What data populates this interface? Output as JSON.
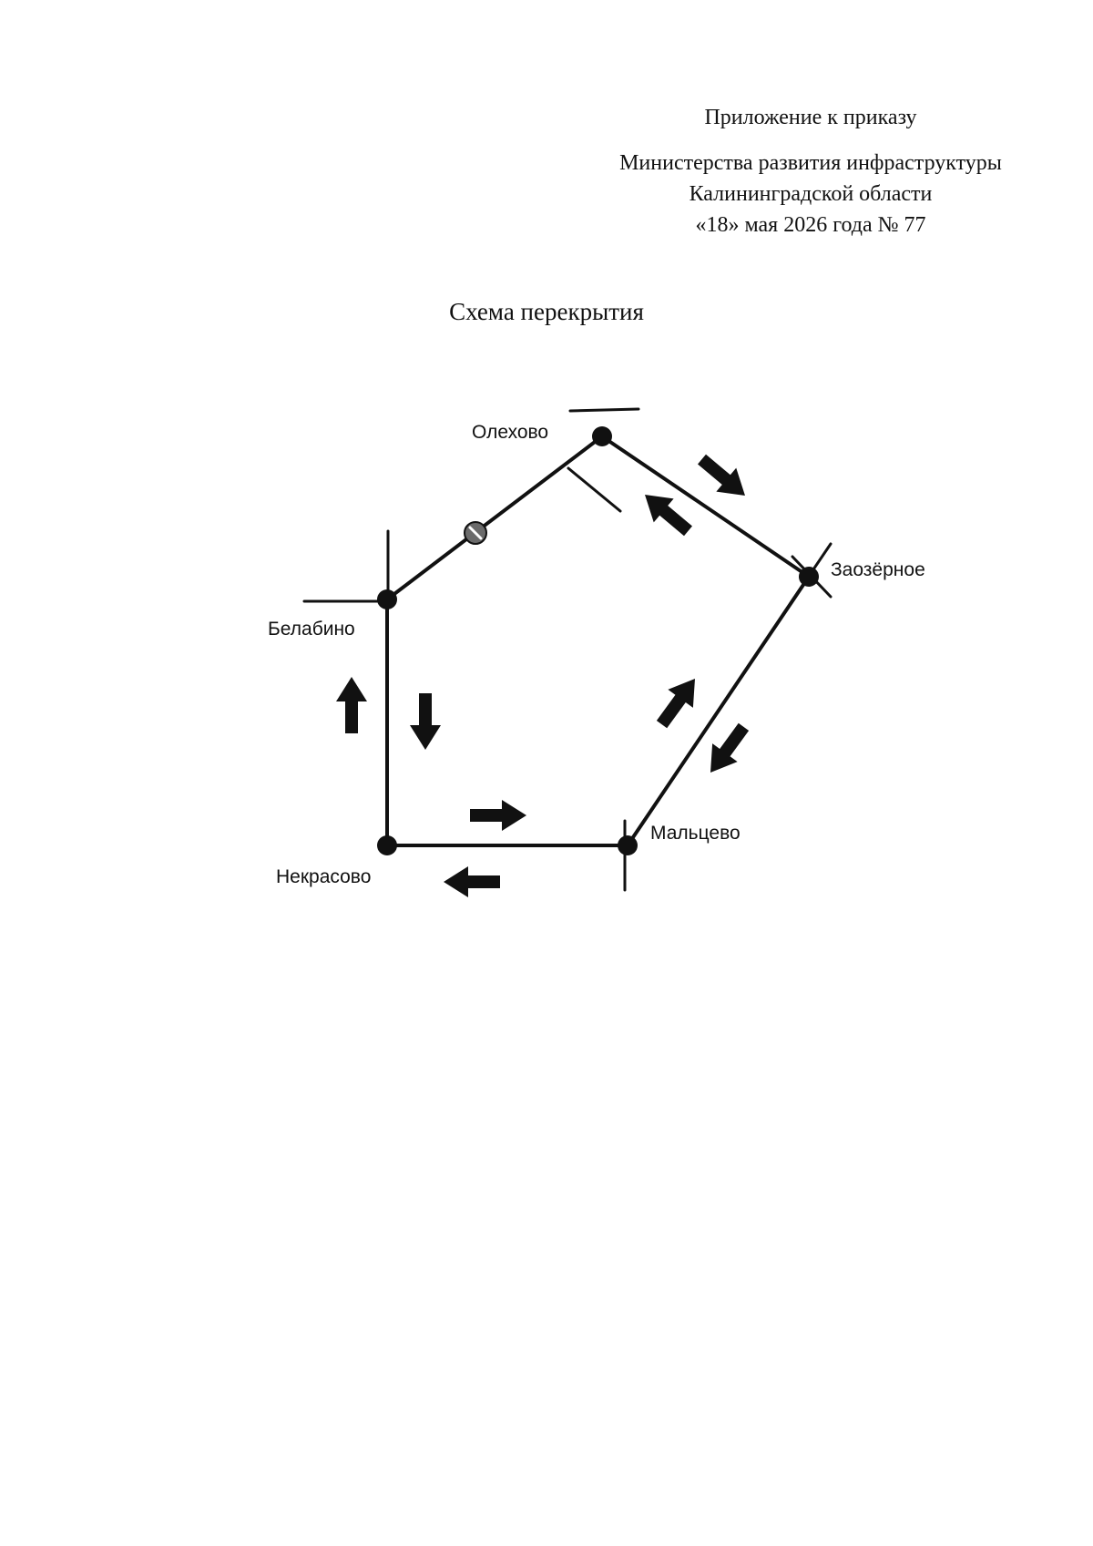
{
  "header": {
    "appendix_title": "Приложение к приказу",
    "ministry_line1": "Министерства развития инфраструктуры",
    "ministry_line2": "Калининградской области",
    "order_date_number": "«18» мая 2026 года № 77"
  },
  "scheme": {
    "title": "Схема перекрытия"
  },
  "map": {
    "towns": {
      "olekhovo": "Олехово",
      "zaozernoe": "Заозёрное",
      "belabino": "Белабино",
      "maltsevo": "Мальцево",
      "nekrasovo": "Некрасово"
    },
    "closure_sign_icon": "no-entry-icon",
    "colors": {
      "road": "#111111",
      "arrow": "#111111",
      "closure_sign": "#555555"
    }
  }
}
